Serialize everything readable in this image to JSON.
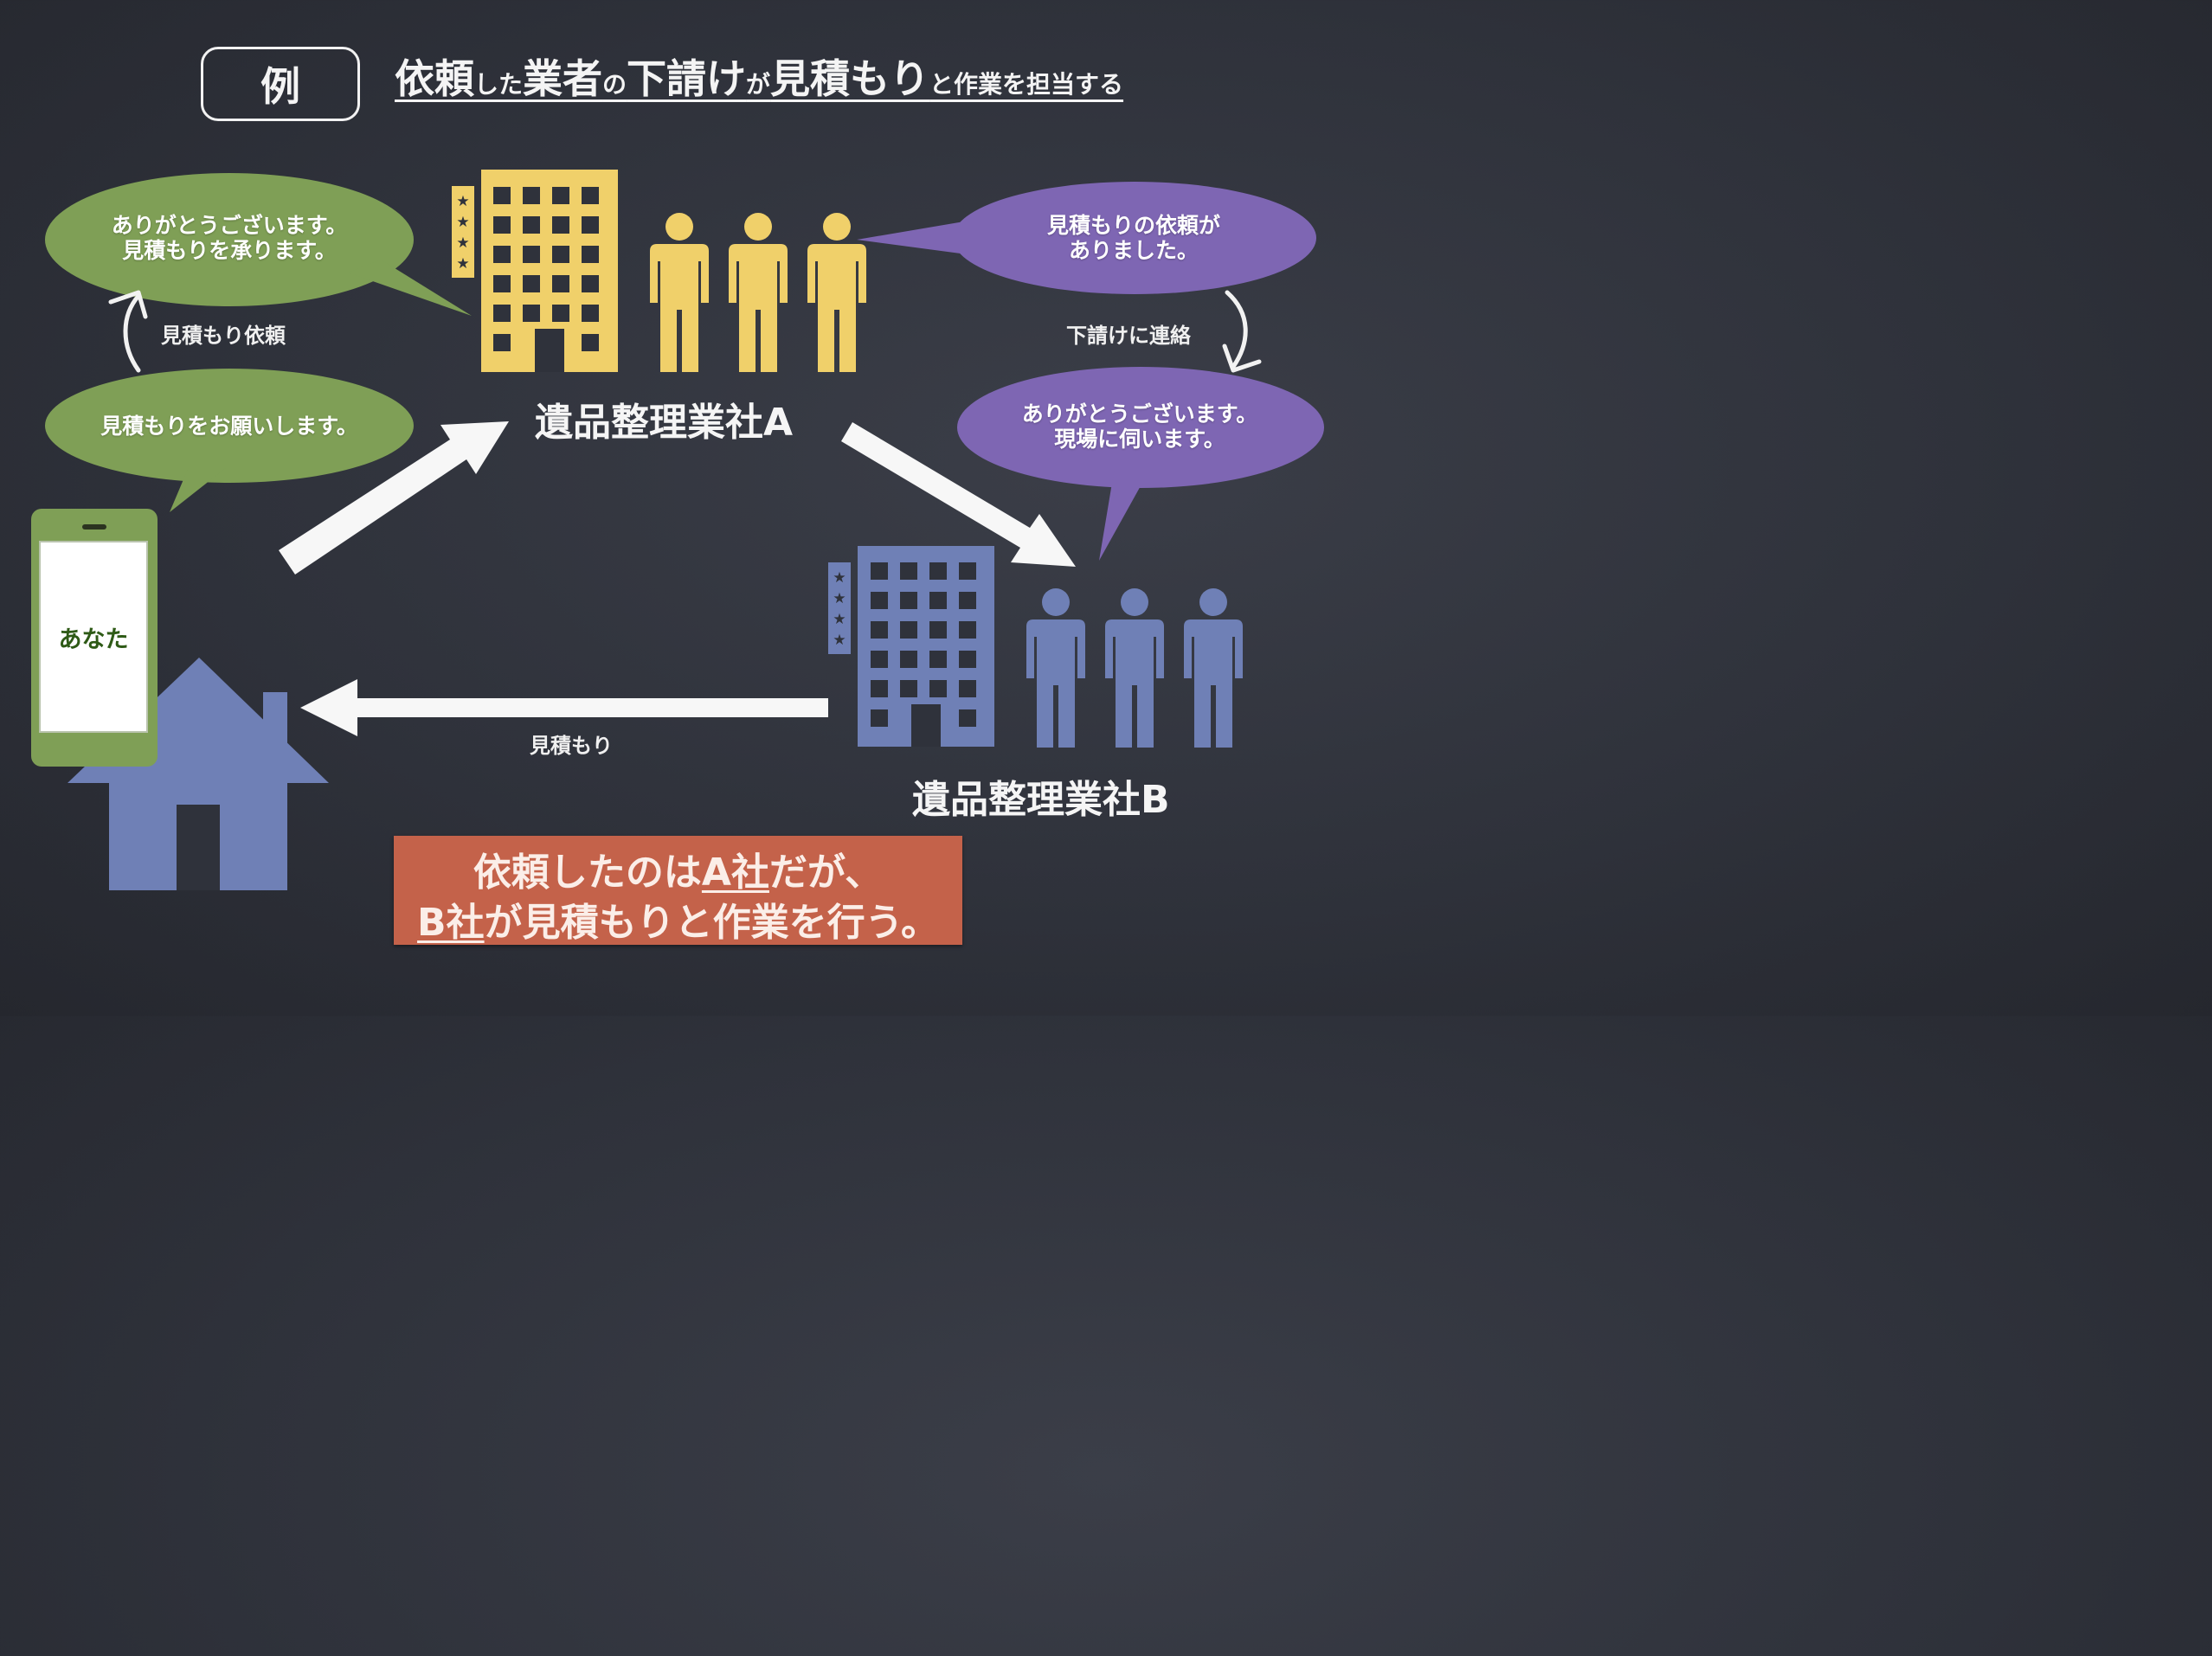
{
  "example_tag": "例",
  "title": {
    "p1": "依頼",
    "p2": "した",
    "p3": "業者",
    "p4": "の",
    "p5": "下請け",
    "p6": "が",
    "p7": "見積もり",
    "p8": "と作業を担当する"
  },
  "bubbles": {
    "you_request": "見積もりをお願いします。",
    "a_to_you": [
      "ありがとうございます。",
      "見積もりを承ります。"
    ],
    "a_to_b": [
      "見積もりの依頼が",
      "ありました。"
    ],
    "b_to_a": [
      "ありがとうございます。",
      "現場に伺います。"
    ]
  },
  "labels": {
    "estimate_request": "見積もり依頼",
    "contact_sub": "下請けに連絡",
    "estimate": "見積もり",
    "company_a": "遺品整理業社A",
    "company_b": "遺品整理業社B",
    "you": "あなた"
  },
  "conclusion": {
    "line1_pre": "依頼したのは",
    "line1_u": "A社",
    "line1_post": "だが、",
    "line2_u": "B社",
    "line2_post": "が見積もりと作業を行う。"
  },
  "colors": {
    "background": "#2f323b",
    "green": "#7f9f56",
    "yellow": "#f0d06a",
    "blue": "#6f80b6",
    "purple": "#7e66b3",
    "conclusion": "#c4624a"
  }
}
